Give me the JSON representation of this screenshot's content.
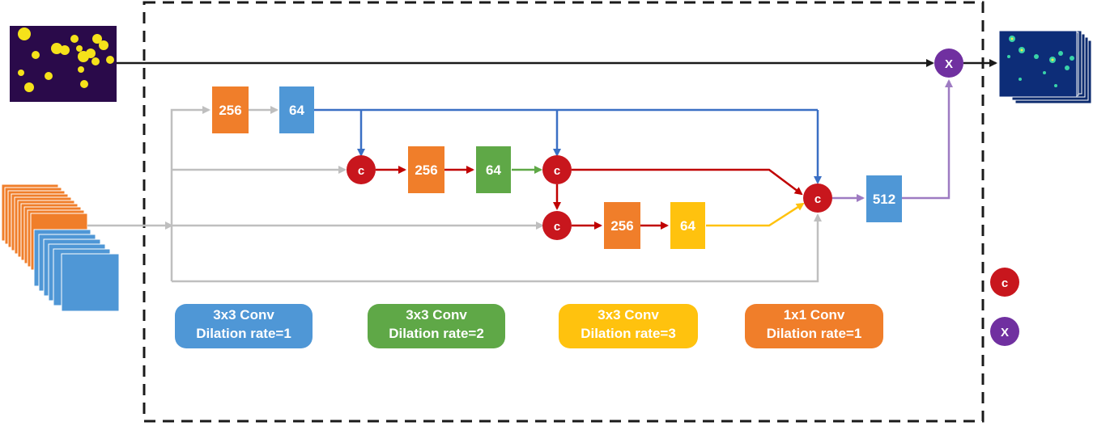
{
  "blocks": {
    "top_1x1": "256",
    "top_d1": "64",
    "mid_1x1": "256",
    "mid_d2": "64",
    "low_1x1": "256",
    "low_d3": "64",
    "out_d1": "512"
  },
  "symbols": {
    "concat": "c",
    "multiply": "X"
  },
  "legend": [
    {
      "line1": "3x3 Conv",
      "line2": "Dilation rate=1",
      "color": "#4f97d6"
    },
    {
      "line1": "3x3 Conv",
      "line2": "Dilation rate=2",
      "color": "#5fa847"
    },
    {
      "line1": "3x3 Conv",
      "line2": "Dilation rate=3",
      "color": "#ffc20e"
    },
    {
      "line1": "1x1 Conv",
      "line2": "Dilation rate=1",
      "color": "#f07e2a"
    }
  ],
  "colors": {
    "orange": "#f07e2a",
    "blue": "#4f97d6",
    "green": "#5fa847",
    "yellow": "#ffc20e",
    "red": "#c8161d",
    "purple": "#7030a0",
    "arrow_gray": "#bfbfbf",
    "arrow_blue": "#3a6fc4",
    "arrow_red": "#c00000",
    "arrow_purple": "#9e7bc2"
  }
}
